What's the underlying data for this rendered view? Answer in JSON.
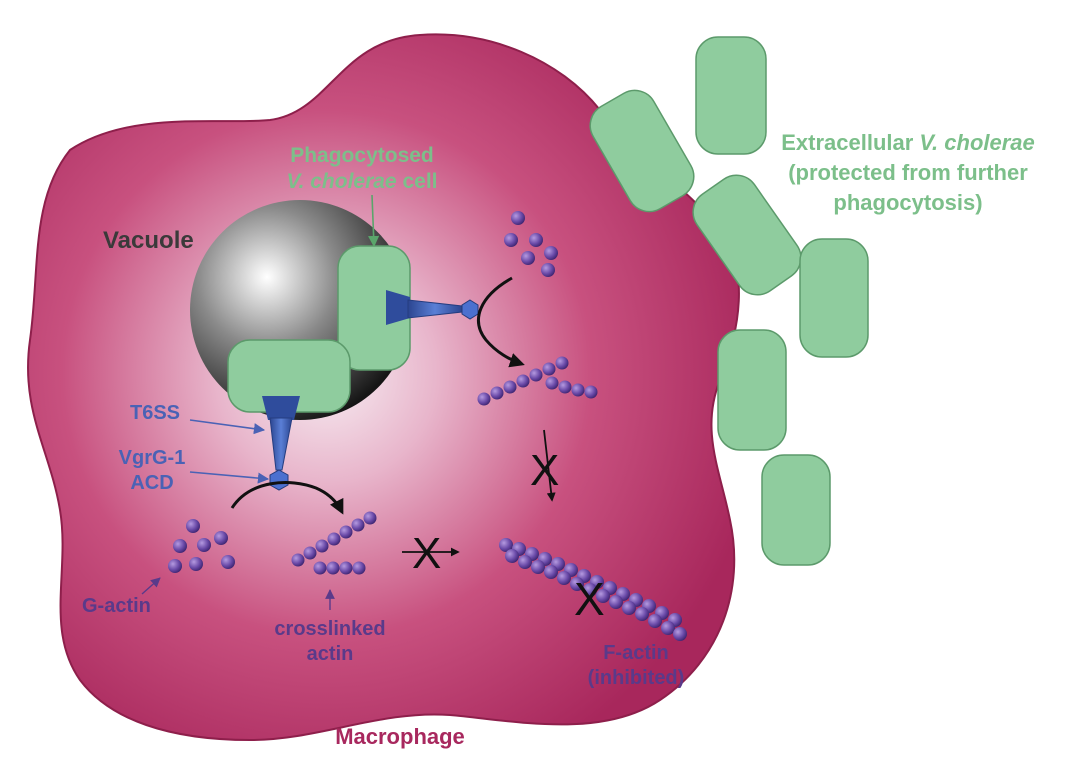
{
  "labels": {
    "vacuole": "Vacuole",
    "phagocytosed_line1": "Phagocytosed",
    "phagocytosed_line2_italic": "V. cholerae",
    "phagocytosed_line2_rest": " cell",
    "extracellular_line1_pre": "Extracellular ",
    "extracellular_line1_italic": "V. cholerae",
    "extracellular_line2": "(protected from further",
    "extracellular_line3": "phagocytosis)",
    "t6ss": "T6SS",
    "vgrg_line1": "VgrG-1",
    "vgrg_line2": "ACD",
    "g_actin": "G-actin",
    "crosslinked_line1": "crosslinked",
    "crosslinked_line2": "actin",
    "factin_line1": "F-actin",
    "factin_line2": "(inhibited)",
    "macrophage": "Macrophage",
    "inhibit_mark": "X"
  },
  "colors": {
    "macrophage": "#b8336a",
    "bacteria": "#8fcc9e",
    "t6ss": "#3e5fb0",
    "actin": "#5b3f96",
    "vacuole": "#2a2a2a"
  }
}
